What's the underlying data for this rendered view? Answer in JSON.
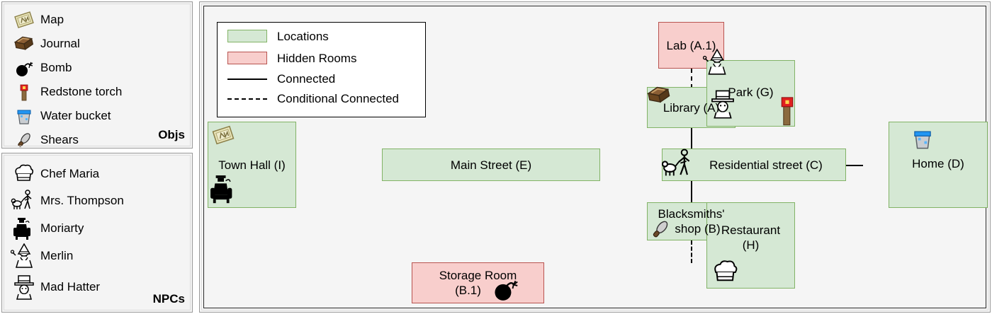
{
  "objects_panel": {
    "corner_label": "Objs",
    "items": [
      {
        "icon": "map-icon",
        "label": "Map"
      },
      {
        "icon": "journal-icon",
        "label": "Journal"
      },
      {
        "icon": "bomb-icon",
        "label": "Bomb"
      },
      {
        "icon": "redstone-torch-icon",
        "label": "Redstone torch"
      },
      {
        "icon": "water-bucket-icon",
        "label": "Water bucket"
      },
      {
        "icon": "shears-icon",
        "label": "Shears"
      }
    ]
  },
  "npcs_panel": {
    "corner_label": "NPCs",
    "items": [
      {
        "icon": "chef-hat-icon",
        "label": "Chef Maria"
      },
      {
        "icon": "woman-with-dog-icon",
        "label": "Mrs. Thompson"
      },
      {
        "icon": "man-in-armchair-icon",
        "label": "Moriarty"
      },
      {
        "icon": "wizard-icon",
        "label": "Merlin"
      },
      {
        "icon": "top-hat-man-icon",
        "label": "Mad Hatter"
      }
    ]
  },
  "legend": {
    "entries": [
      {
        "type": "swatch-location",
        "label": "Locations"
      },
      {
        "type": "swatch-hidden",
        "label": "Hidden Rooms"
      },
      {
        "type": "line-solid",
        "label": "Connected"
      },
      {
        "type": "line-dashed",
        "label": "Conditional Connected"
      }
    ]
  },
  "graph": {
    "nodes": [
      {
        "id": "A1",
        "label": "Lab (A.1)",
        "kind": "hidden"
      },
      {
        "id": "A",
        "label": "Library (A)",
        "kind": "location"
      },
      {
        "id": "I",
        "label": "Town Hall (I)",
        "kind": "location"
      },
      {
        "id": "E",
        "label": "Main Street (E)",
        "kind": "location"
      },
      {
        "id": "B",
        "label": "Blacksmiths' shop (B)",
        "kind": "location"
      },
      {
        "id": "B1",
        "label": "Storage Room (B.1)",
        "kind": "hidden"
      },
      {
        "id": "G",
        "label": "Park (G)",
        "kind": "location"
      },
      {
        "id": "C",
        "label": "Residential street (C)",
        "kind": "location"
      },
      {
        "id": "D",
        "label": "Home (D)",
        "kind": "location"
      },
      {
        "id": "H",
        "label": "Restaurant (H)",
        "kind": "location"
      }
    ],
    "node_labels": {
      "lab": "Lab (A.1)",
      "library": "Library (A)",
      "town_hall": "Town Hall (I)",
      "main_street": "Main Street (E)",
      "blacksmiths_line1": "Blacksmiths'",
      "blacksmiths_line2": "shop (B)",
      "storage_line1": "Storage Room",
      "storage_line2": "(B.1)",
      "park": "Park (G)",
      "residential": "Residential street (C)",
      "home": "Home (D)",
      "restaurant_line1": "Restaurant",
      "restaurant_line2": "(H)"
    },
    "edges": [
      {
        "from": "A1",
        "to": "A",
        "style": "conditional"
      },
      {
        "from": "A",
        "to": "E",
        "style": "connected"
      },
      {
        "from": "I",
        "to": "E",
        "style": "connected"
      },
      {
        "from": "E",
        "to": "B",
        "style": "connected"
      },
      {
        "from": "B",
        "to": "B1",
        "style": "conditional"
      },
      {
        "from": "E",
        "to": "C",
        "style": "connected"
      },
      {
        "from": "G",
        "to": "C",
        "style": "connected"
      },
      {
        "from": "C",
        "to": "D",
        "style": "connected"
      },
      {
        "from": "C",
        "to": "H",
        "style": "connected"
      }
    ],
    "node_contents": {
      "lab": [
        "wizard-icon"
      ],
      "library": [
        "journal-icon"
      ],
      "town_hall": [
        "map-icon",
        "man-in-armchair-icon"
      ],
      "blacksmiths": [
        "shears-icon"
      ],
      "storage": [
        "bomb-icon"
      ],
      "park": [
        "top-hat-man-icon",
        "redstone-torch-icon"
      ],
      "residential": [
        "woman-with-dog-icon"
      ],
      "home": [
        "water-bucket-icon"
      ],
      "restaurant": [
        "chef-hat-icon"
      ]
    }
  },
  "colors": {
    "location_fill": "#d5e8d4",
    "location_border": "#82b366",
    "hidden_fill": "#f8cecc",
    "hidden_border": "#b85450",
    "edge": "#000000",
    "panel_bg": "#f4f4f4"
  }
}
